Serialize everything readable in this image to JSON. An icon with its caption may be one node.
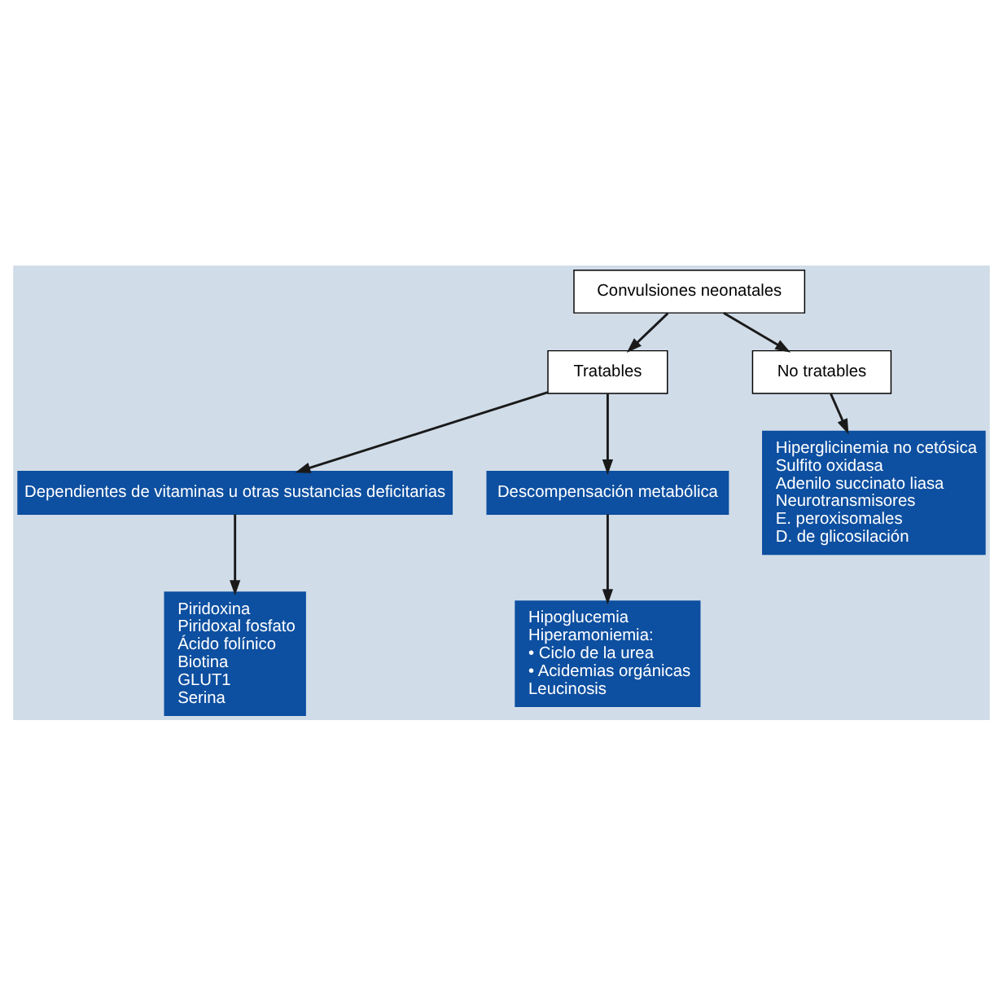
{
  "diagram": {
    "nodes": [
      {
        "text": [
          "Convulsiones neonatales"
        ]
      },
      {
        "text": [
          "Tratables"
        ]
      },
      {
        "text": [
          "No tratables"
        ]
      },
      {
        "text": [
          "Dependientes de vitaminas u otras sustancias deficitarias"
        ]
      },
      {
        "text": [
          "Descompensación metabólica"
        ]
      },
      {
        "text": [
          "Hiperglicinemia no cetósica",
          "Sulfito oxidasa",
          "Adenilo succinato liasa",
          "Neurotransmisores",
          "E. peroxisomales",
          "D. de glicosilación"
        ]
      },
      {
        "text": [
          "Piridoxina",
          "Piridoxal fosfato",
          "Ácido folínico",
          "Biotina",
          "GLUT1",
          "Serina"
        ]
      },
      {
        "text": [
          "Hipoglucemia",
          "Hiperamoniemia:",
          "• Ciclo de la urea",
          "• Acidemias orgánicas",
          "Leucinosis"
        ]
      }
    ],
    "edges": [
      {
        "from": 0,
        "to": 1,
        "arrow": "to"
      },
      {
        "from": 0,
        "to": 2,
        "arrow": "to"
      },
      {
        "from": 1,
        "to": 3,
        "arrow": "to"
      },
      {
        "from": 1,
        "to": 4,
        "arrow": "to"
      },
      {
        "from": 2,
        "to": 5,
        "arrow": "to"
      },
      {
        "from": 3,
        "to": 6,
        "arrow": "to"
      },
      {
        "from": 4,
        "to": 7,
        "arrow": "to"
      }
    ]
  }
}
